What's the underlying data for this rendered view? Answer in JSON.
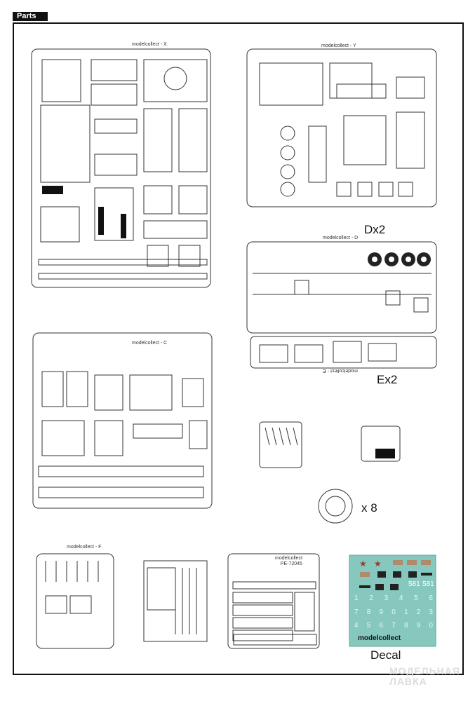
{
  "header": {
    "title": "Parts"
  },
  "sprues": [
    {
      "id": "X",
      "brand": "modelcollect"
    },
    {
      "id": "Y",
      "brand": "modelcollect"
    },
    {
      "id": "D",
      "brand": "modelcollect",
      "quantity": "Dx2"
    },
    {
      "id": "E",
      "brand": "modelcollect",
      "quantity": "Ex2"
    },
    {
      "id": "C",
      "brand": "modelcollect"
    },
    {
      "id": "F",
      "brand": "modelcollect"
    }
  ],
  "photo_etch": {
    "brand": "modelcollect",
    "code": "PE-72045"
  },
  "wheel_quantity": "x 8",
  "decal": {
    "label": "Decal",
    "brand": "modelcollect",
    "numbers": [
      "581",
      "581"
    ],
    "digits_row1": [
      "1",
      "2",
      "3",
      "4",
      "5",
      "6"
    ],
    "digits_row2": [
      "7",
      "8",
      "9",
      "0",
      "1",
      "2",
      "3"
    ],
    "digits_row3": [
      "4",
      "5",
      "6",
      "7",
      "8",
      "9",
      "0"
    ]
  },
  "watermark": {
    "line1": "МОДЕЛЬНАЯ",
    "line2": "ЛАВКА"
  },
  "colors": {
    "decal_bg": "#86c8bd",
    "ink": "#111111"
  }
}
